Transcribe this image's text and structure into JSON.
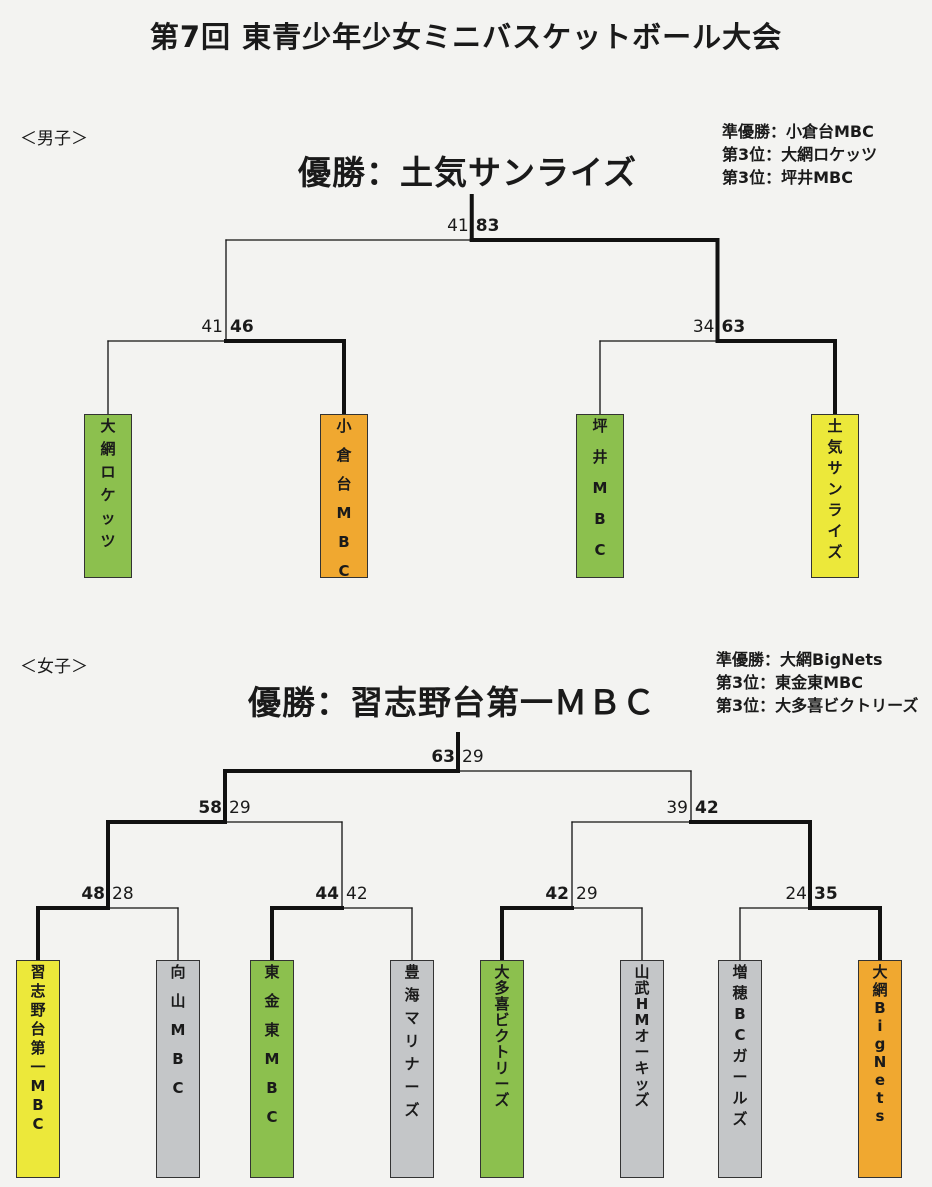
{
  "title": "第7回 東青少年少女ミニバスケットボール大会",
  "colors": {
    "green": "#8cc04e",
    "orange": "#f0a830",
    "yellow": "#ece83a",
    "gray": "#c4c6c8"
  },
  "boys": {
    "label": "＜男子＞",
    "champion": "優勝：土気サンライズ",
    "places": [
      "準優勝：小倉台MBC",
      "第3位：大網ロケッツ",
      "第3位：坪井MBC"
    ],
    "final": {
      "left": "41",
      "right": "83",
      "winner": "right"
    },
    "semis": [
      {
        "left": "41",
        "right": "46",
        "winner": "right"
      },
      {
        "left": "34",
        "right": "63",
        "winner": "right"
      }
    ],
    "teams": [
      {
        "name": "大網ロケッツ",
        "color": "green"
      },
      {
        "name": "小倉台MBC",
        "color": "orange"
      },
      {
        "name": "坪井MBC",
        "color": "green"
      },
      {
        "name": "土気サンライズ",
        "color": "yellow"
      }
    ]
  },
  "girls": {
    "label": "＜女子＞",
    "champion": "優勝：習志野台第一ＭＢＣ",
    "places": [
      "準優勝：大網BigNets",
      "第3位：東金東MBC",
      "第3位：大多喜ビクトリーズ"
    ],
    "final": {
      "left": "63",
      "right": "29",
      "winner": "left"
    },
    "semis": [
      {
        "left": "58",
        "right": "29",
        "winner": "left"
      },
      {
        "left": "39",
        "right": "42",
        "winner": "right"
      }
    ],
    "quarters": [
      {
        "left": "48",
        "right": "28",
        "winner": "left"
      },
      {
        "left": "44",
        "right": "42",
        "winner": "left"
      },
      {
        "left": "42",
        "right": "29",
        "winner": "left"
      },
      {
        "left": "24",
        "right": "35",
        "winner": "right"
      }
    ],
    "teams": [
      {
        "name": "習志野台第一MBC",
        "color": "yellow"
      },
      {
        "name": "向山MBC",
        "color": "gray"
      },
      {
        "name": "東金東MBC",
        "color": "green"
      },
      {
        "name": "豊海マリナーズ",
        "color": "gray"
      },
      {
        "name": "大多喜ビクトリーズ",
        "color": "green"
      },
      {
        "name": "山武HMオーキッズ",
        "color": "gray"
      },
      {
        "name": "増穂BCガールズ",
        "color": "gray"
      },
      {
        "name": "大網BigNets",
        "color": "orange"
      }
    ]
  }
}
